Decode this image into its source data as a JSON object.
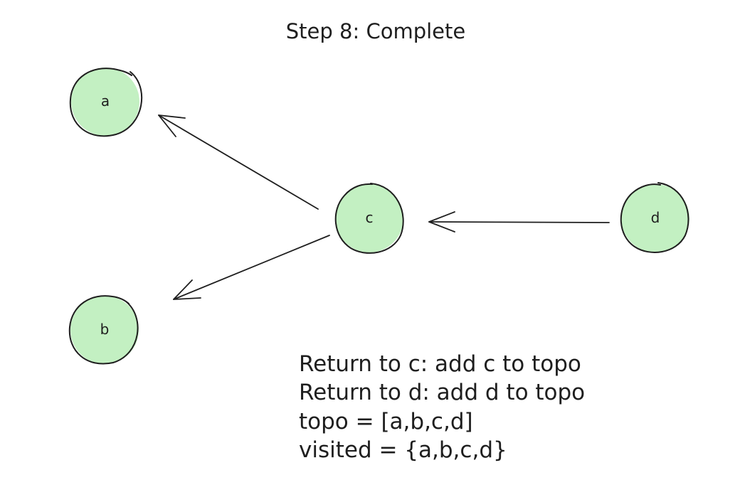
{
  "title": "Step 8: Complete",
  "nodes": [
    {
      "id": "a",
      "label": "a",
      "color": "#c3f0c2"
    },
    {
      "id": "b",
      "label": "b",
      "color": "#c3f0c2"
    },
    {
      "id": "c",
      "label": "c",
      "color": "#c3f0c2"
    },
    {
      "id": "d",
      "label": "d",
      "color": "#c3f0c2"
    }
  ],
  "edges": [
    {
      "from": "c",
      "to": "a"
    },
    {
      "from": "c",
      "to": "b"
    },
    {
      "from": "d",
      "to": "c"
    }
  ],
  "notes": [
    "Return to c: add c to topo",
    "Return to d: add d to topo",
    "topo = [a,b,c,d]",
    "visited = {a,b,c,d}"
  ],
  "colors": {
    "node_fill": "#c3f0c2",
    "stroke": "#1e1e1e",
    "background": "#ffffff"
  }
}
